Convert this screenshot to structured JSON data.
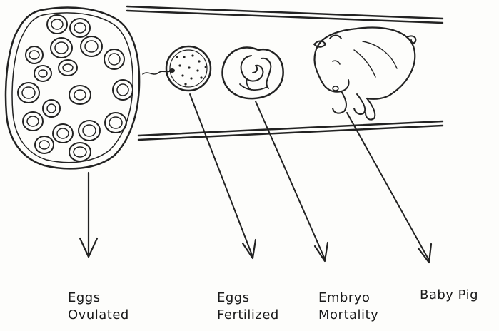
{
  "labels": {
    "eggs_ovulated": [
      "Eggs",
      "Ovulated"
    ],
    "eggs_fertilized": [
      "Eggs",
      "Fertilized"
    ],
    "embryo_mortality": [
      "Embryo",
      "Mortality"
    ],
    "baby_pig": "Baby Pig"
  },
  "colors": {
    "ink": "#222222",
    "background": "#fdfdfb"
  }
}
